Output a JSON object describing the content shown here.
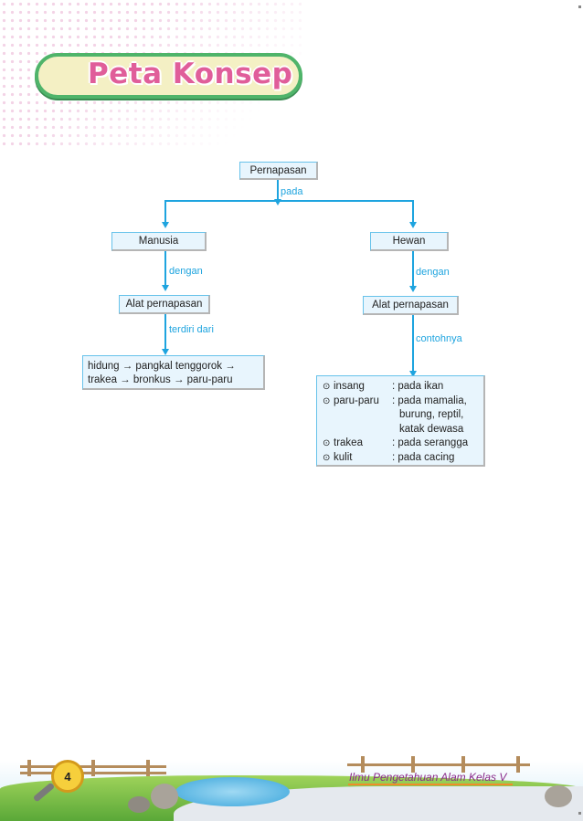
{
  "title": "Peta Konsep",
  "concept_map": {
    "root": "Pernapasan",
    "root_link": "pada",
    "left": {
      "node": "Manusia",
      "link1": "dengan",
      "organ": "Alat pernapasan",
      "link2": "terdiri dari",
      "path_line1": "hidung → pangkal tenggorok →",
      "path_line2": "trakea → bronkus → paru-paru"
    },
    "right": {
      "node": "Hewan",
      "link1": "dengan",
      "organ": "Alat pernapasan",
      "link2": "contohnya",
      "items": [
        {
          "bullet": "⊙",
          "organ": "insang",
          "animals": ": pada ikan"
        },
        {
          "bullet": "⊙",
          "organ": "paru-paru",
          "animals": ": pada mamalia,"
        },
        {
          "bullet": "",
          "organ": "",
          "animals": "burung, reptil,"
        },
        {
          "bullet": "",
          "organ": "",
          "animals": "katak dewasa"
        },
        {
          "bullet": "⊙",
          "organ": "trakea",
          "animals": ": pada serangga"
        },
        {
          "bullet": "⊙",
          "organ": "kulit",
          "animals": ": pada cacing"
        }
      ]
    }
  },
  "footer": {
    "page_number": "4",
    "book_title": "Ilmu Pengetahuan Alam Kelas V"
  },
  "colors": {
    "accent_blue": "#1ea4df",
    "title_pink": "#e05e9a",
    "title_border_green": "#4fb46a",
    "node_fill": "#e8f5fd"
  }
}
